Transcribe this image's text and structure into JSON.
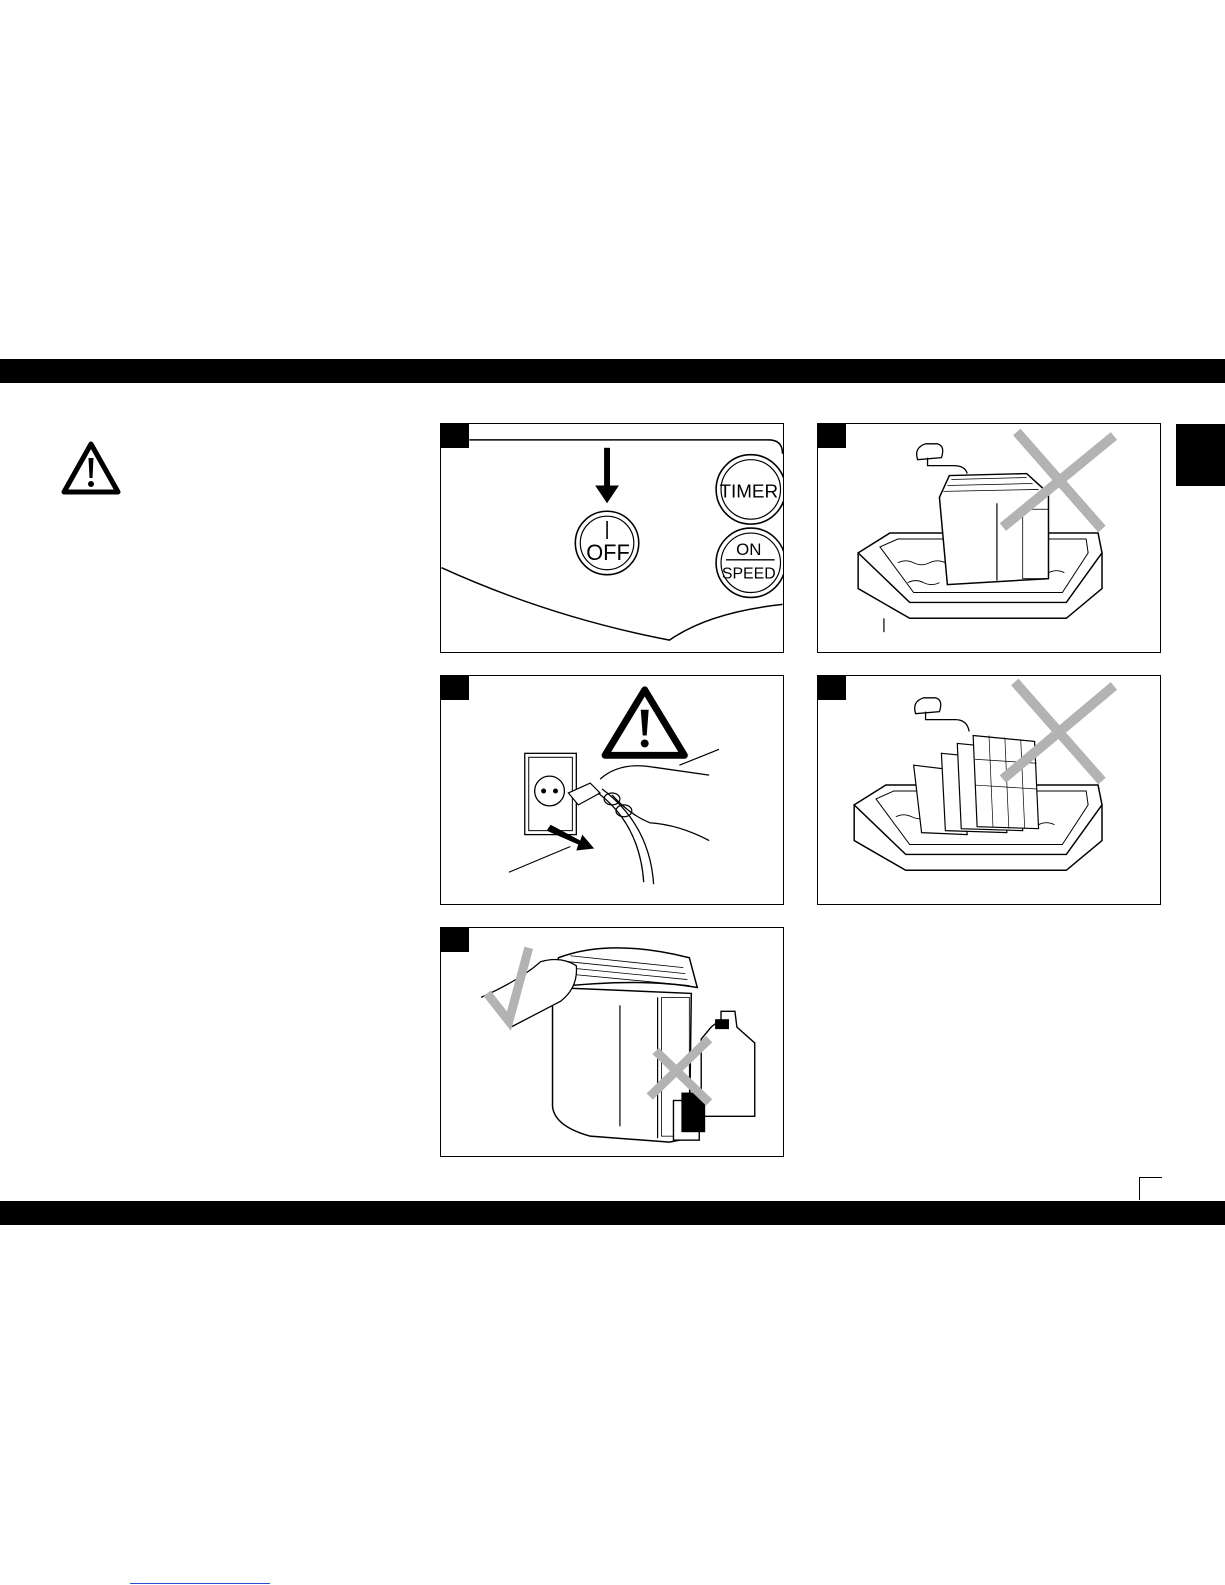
{
  "panels": {
    "p1": {
      "off_button": "OFF",
      "power_symbol": "|",
      "timer_button": "TIMER",
      "on_label": "ON",
      "speed_label": "SPEED"
    }
  },
  "icons": {
    "warning": "warning-triangle-icon",
    "cross": "prohibited-cross-icon",
    "check": "allowed-check-icon"
  },
  "colors": {
    "band": "#000000",
    "mark": "#b3b3b3"
  }
}
